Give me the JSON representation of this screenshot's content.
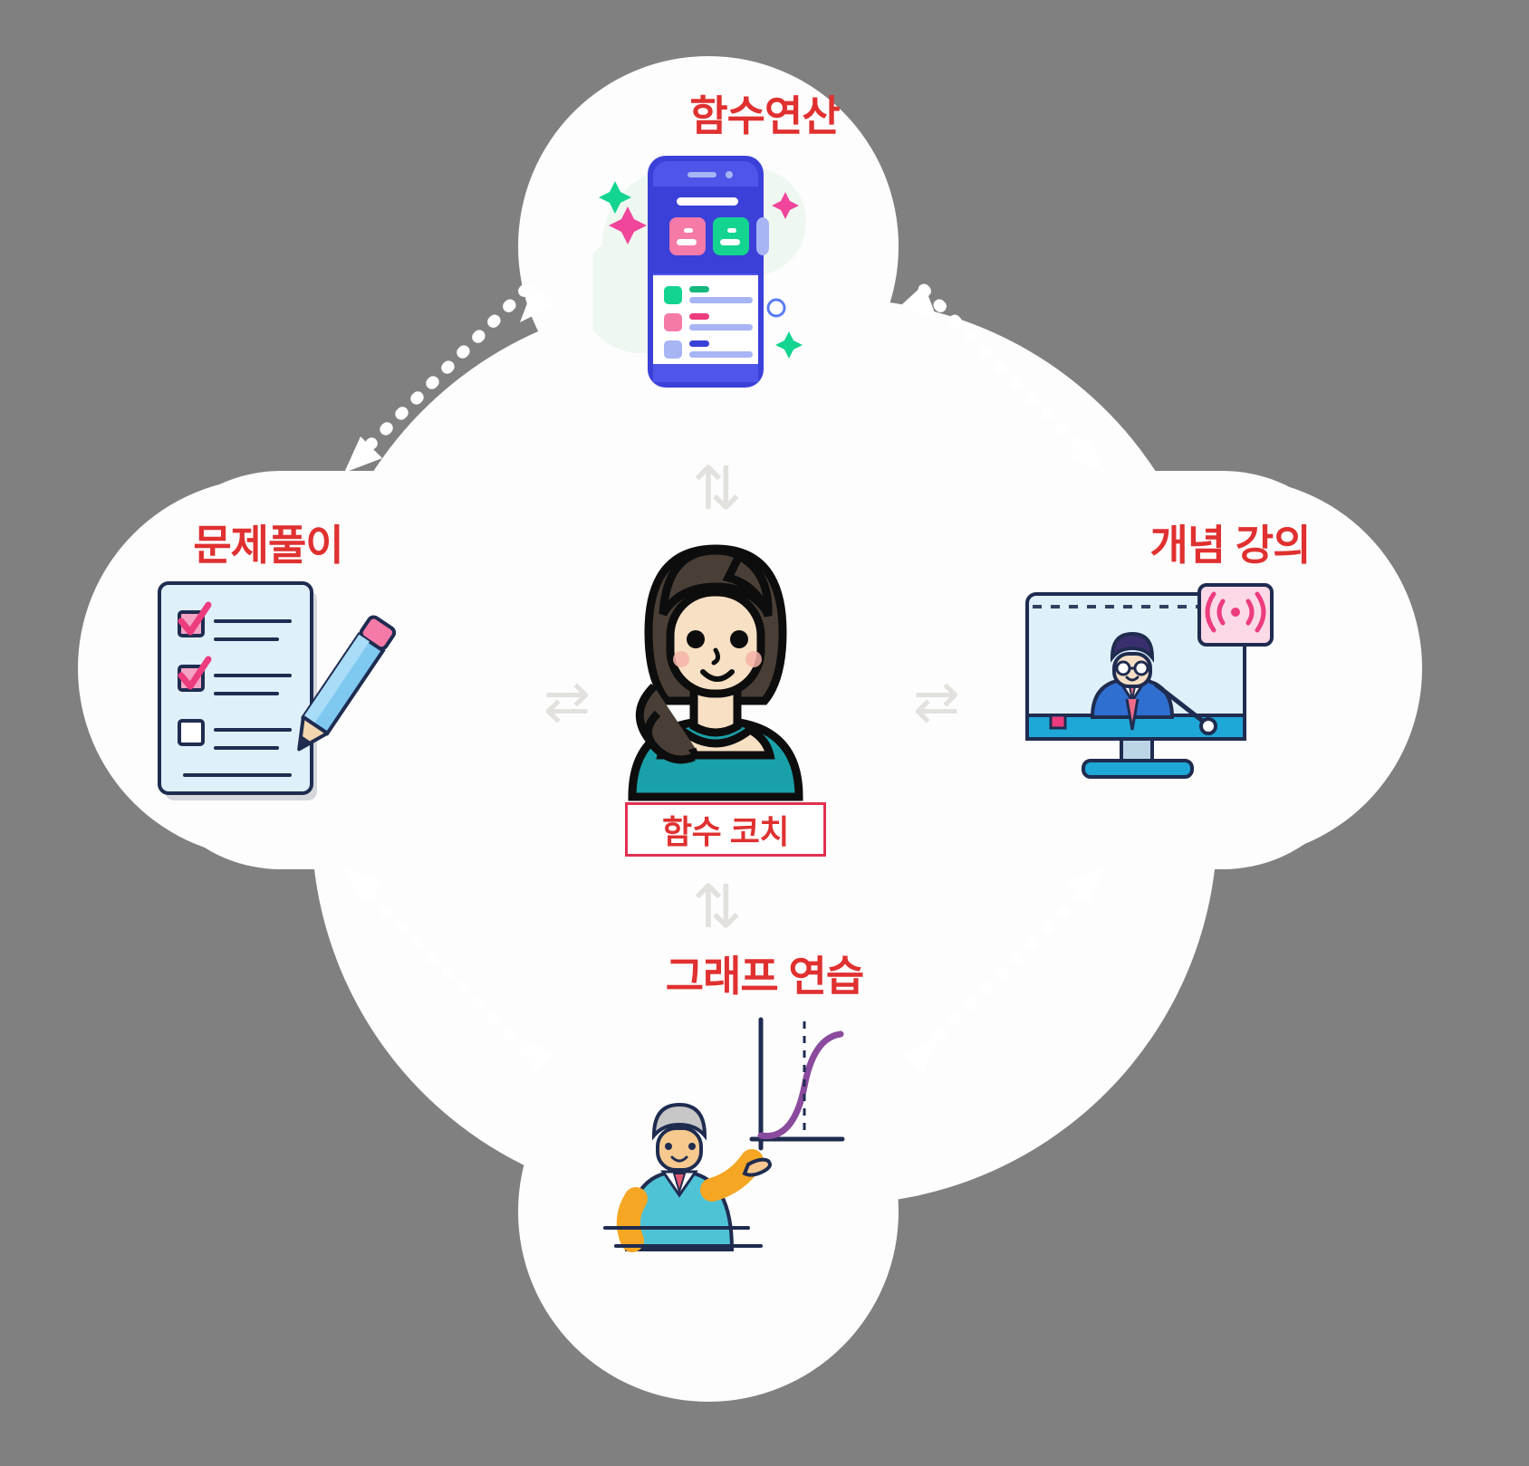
{
  "diagram": {
    "background_color": "#808080",
    "lobe_color": "#fdfdfd",
    "accent_color": "#e03030",
    "badge_border_color": "#e03050",
    "arrow_color": "#e2e1dd",
    "connector_color": "#ffffff"
  },
  "center": {
    "badge_label": "함수 코치",
    "illustration": "female-teacher-avatar-icon"
  },
  "nodes": {
    "top": {
      "label": "함수연산",
      "illustration": "smartphone-app-list-icon",
      "position": "top"
    },
    "right": {
      "label": "개념 강의",
      "illustration": "online-lecture-monitor-icon",
      "position": "right"
    },
    "bottom": {
      "label": "그래프 연습",
      "illustration": "teacher-pointing-graph-icon",
      "position": "bottom"
    },
    "left": {
      "label": "문제풀이",
      "illustration": "checklist-pencil-icon",
      "position": "left"
    }
  },
  "connectors": {
    "vertical_top": "⇅",
    "vertical_bottom": "⇅",
    "horizontal_left": "⇄",
    "horizontal_right": "⇄",
    "diagonal_style": "dashed-double-arrow"
  }
}
